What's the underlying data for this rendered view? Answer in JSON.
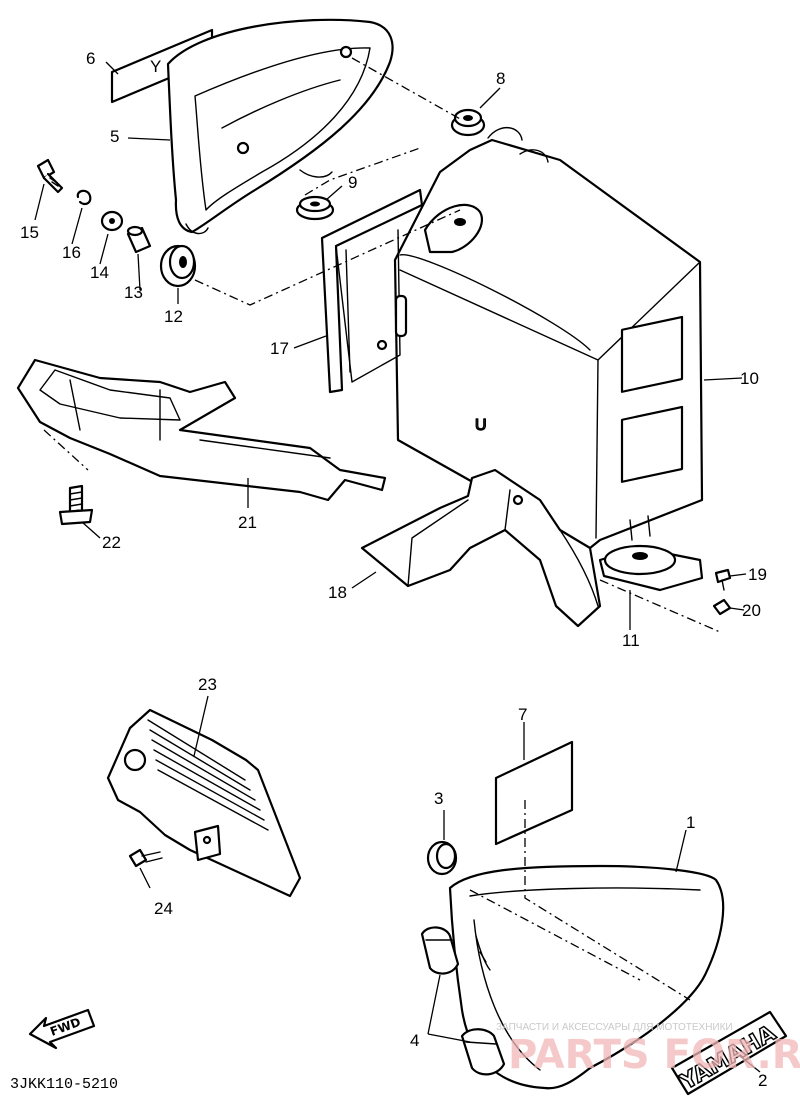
{
  "diagram": {
    "code": "3JKK110-5210",
    "fwd_label": "FWD",
    "brand": "YAMAHA",
    "watermark": {
      "caption": "ЗАПЧАСТИ И АКСЕССУАРЫ ДЛЯ МОТОТЕХНИКИ",
      "brand_text": "PARTS FOR.RU"
    },
    "callouts": [
      "1",
      "2",
      "3",
      "4",
      "5",
      "6",
      "7",
      "8",
      "9",
      "10",
      "11",
      "12",
      "13",
      "14",
      "15",
      "16",
      "17",
      "18",
      "19",
      "20",
      "21",
      "22",
      "23",
      "24"
    ]
  }
}
